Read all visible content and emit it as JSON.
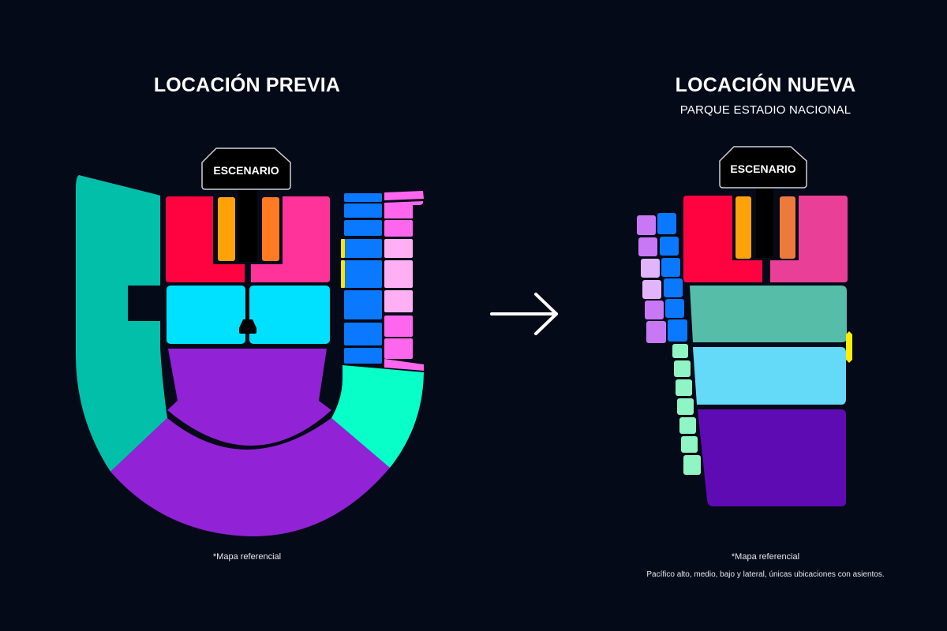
{
  "left": {
    "title": "LOCACIÓN PREVIA",
    "stage_label": "ESCENARIO",
    "note": "*Mapa referencial"
  },
  "right": {
    "title": "LOCACIÓN NUEVA",
    "subtitle": "PARQUE ESTADIO NACIONAL",
    "stage_label": "ESCENARIO",
    "note": "*Mapa referencial",
    "footnote": "Pacífico alto, medio, bajo y lateral, únicas ubicaciones con asientos."
  },
  "arrow": {
    "icon": "arrow-right-icon",
    "glyph": "→"
  },
  "colors": {
    "background": "#050a18",
    "stage": "#000000",
    "red_zone": "#ff0340",
    "pink_zone": "#ff3399",
    "orange_left": "#ffa20a",
    "orange_right": "#ff7a22",
    "cyan_zone": "#00e0ff",
    "purple_zone": "#9222d6",
    "teal_left": "#02bfa9",
    "mint_right": "#08ffc8",
    "blue_stands": "#0a78ff",
    "pink_stands": "#ff66ee",
    "light_pink_stands": "#ffb0f5",
    "yellow_marker": "#ffe600",
    "new_red": "#ff0340",
    "new_pink": "#ea3f96",
    "new_orange_left": "#ffa20a",
    "new_orange_right": "#ec7a3d",
    "new_teal": "#56bda9",
    "new_lightblue": "#64daf8",
    "new_violet": "#5f0bb4",
    "new_purple_stands": "#c978f5",
    "new_light_purple_stands": "#e2b4fa",
    "new_blue_stands": "#0a78ff",
    "new_mint_stands": "#8ff5c4",
    "new_yellow_marker": "#ffee00"
  }
}
